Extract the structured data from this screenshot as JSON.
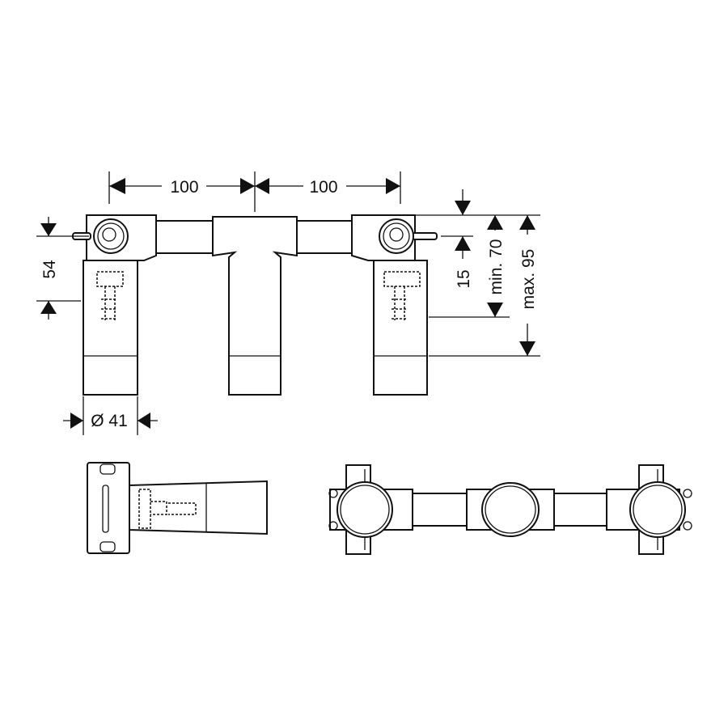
{
  "dimensions": {
    "spacing_left": "100",
    "spacing_right": "100",
    "height_54": "54",
    "diameter": "Ø 41",
    "offset_15": "15",
    "min_depth": "min. 70",
    "max_depth": "max. 95"
  },
  "colors": {
    "line": "#111111",
    "background": "#ffffff"
  }
}
